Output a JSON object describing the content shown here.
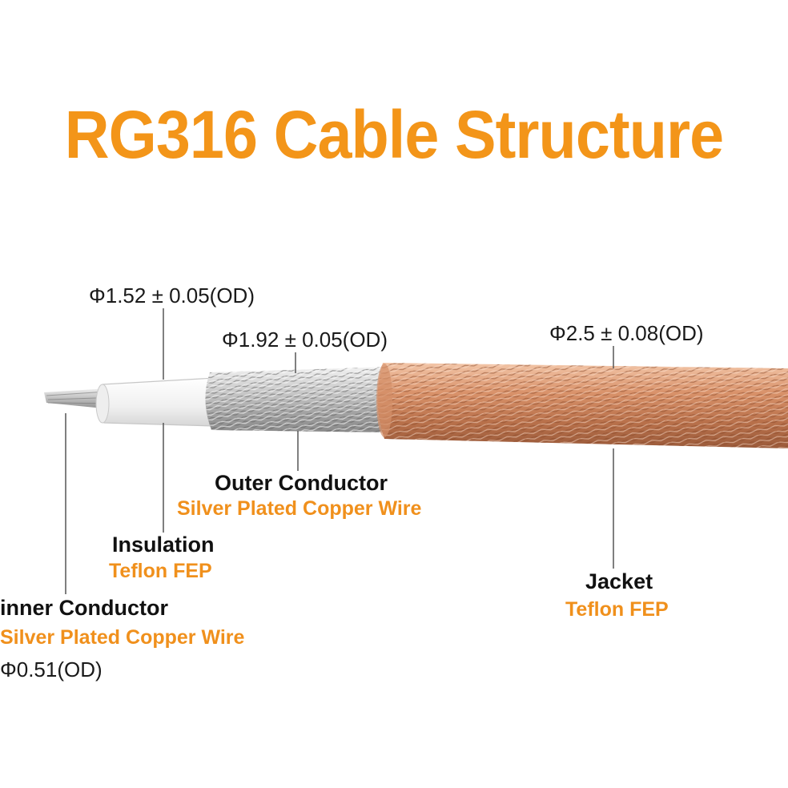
{
  "title": "RG316 Cable Structure",
  "colors": {
    "accent": "#f39519",
    "copper": "#c8845f",
    "silver": "#c9c9c9",
    "leader": "#555555"
  },
  "layers": {
    "insulation_dim": "Φ1.52 ± 0.05(OD)",
    "outer_conductor_dim": "Φ1.92 ± 0.05(OD)",
    "jacket_dim": "Φ2.5 ± 0.08(OD)",
    "outer_conductor": {
      "name": "Outer Conductor",
      "material": "Silver Plated Copper Wire"
    },
    "insulation": {
      "name": "Insulation",
      "material": "Teflon FEP"
    },
    "inner_conductor": {
      "name": "inner Conductor",
      "material": "Silver Plated Copper Wire",
      "dim": "Φ0.51(OD)"
    },
    "jacket": {
      "name": "Jacket",
      "material": "Teflon FEP"
    }
  }
}
